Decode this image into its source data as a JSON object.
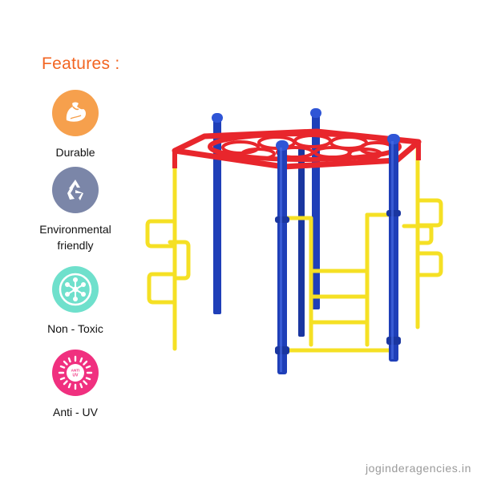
{
  "header": {
    "title": "Features :"
  },
  "features": [
    {
      "label": "Durable",
      "icon": "flexed-arm-icon",
      "color": "#f6a04d"
    },
    {
      "label": "Environmental\nfriendly",
      "icon": "recycle-icon",
      "color": "#7b86a8"
    },
    {
      "label": "Non - Toxic",
      "icon": "molecule-icon",
      "color": "#6fe0cc"
    },
    {
      "label": "Anti - UV",
      "icon": "sun-uv-icon",
      "color": "#f0307f",
      "badge_text": "ANTI UV"
    }
  ],
  "product": {
    "colors": {
      "pole": "#1f3fb8",
      "top": "#e8262c",
      "rail": "#f5e024"
    }
  },
  "footer": {
    "watermark": "joginderagencies.in"
  }
}
